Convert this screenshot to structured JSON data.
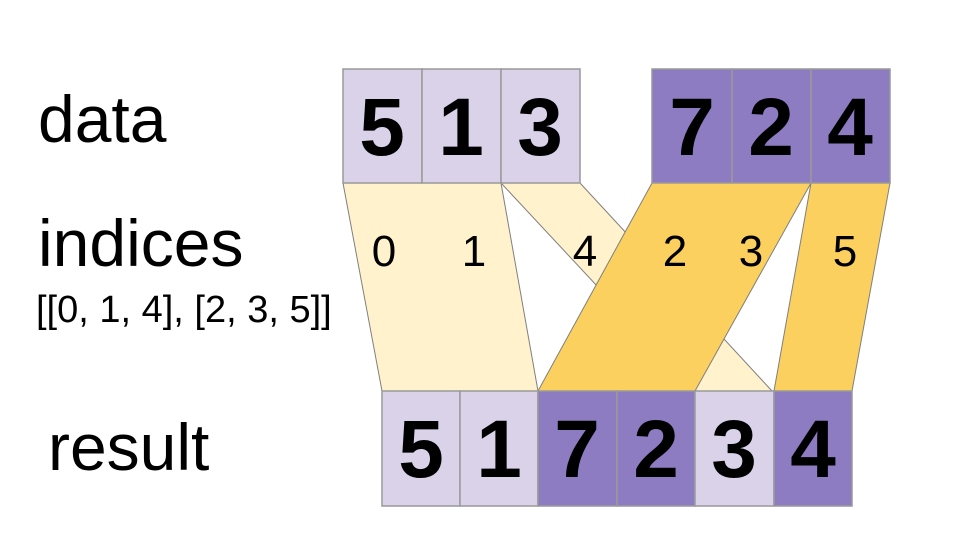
{
  "diagram": {
    "labels": {
      "data": "data",
      "indices": "indices",
      "indices_value": "[[0, 1, 4], [2, 3, 5]]",
      "result": "result"
    },
    "data_row": {
      "group1": {
        "cells": [
          "5",
          "1",
          "3"
        ]
      },
      "group2": {
        "cells": [
          "7",
          "2",
          "4"
        ]
      }
    },
    "indices_row": {
      "group1": [
        "0",
        "1",
        "4"
      ],
      "group2": [
        "2",
        "3",
        "5"
      ]
    },
    "result_row": {
      "cells": [
        "5",
        "1",
        "7",
        "2",
        "3",
        "4"
      ],
      "cell_colors": [
        "#D9D2E9",
        "#D9D2E9",
        "#8E7CC3",
        "#8E7CC3",
        "#D9D2E9",
        "#8E7CC3"
      ]
    },
    "colors": {
      "light_purple": "#D9D2E9",
      "dark_purple": "#8E7CC3",
      "cream": "#FFF2CC",
      "gold": "#FCD05F",
      "cell_border": "#999999",
      "ribbon_border": "#7f7f7f"
    }
  }
}
